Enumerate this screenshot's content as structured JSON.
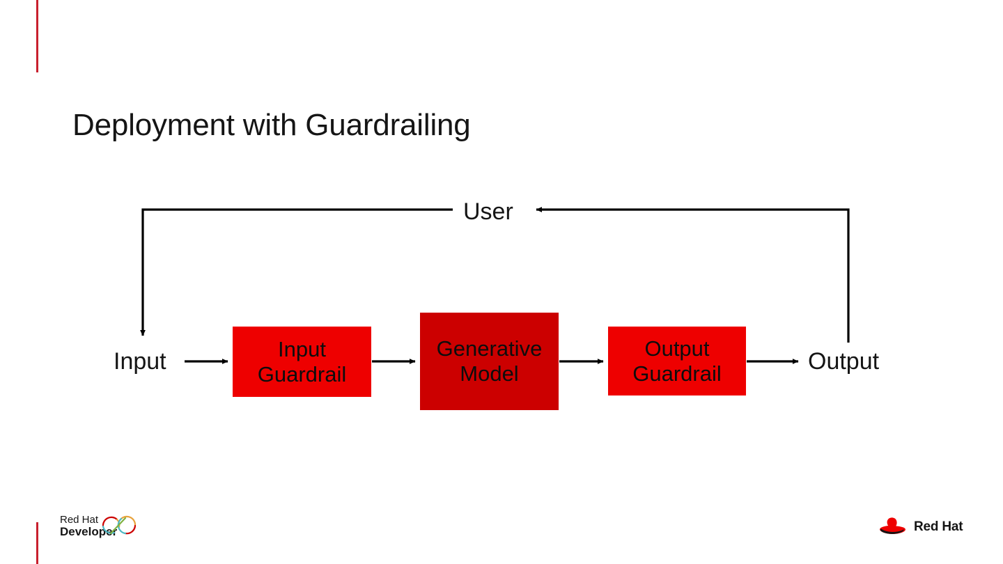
{
  "slide": {
    "title": "Deployment with Guardrailing",
    "background_color": "#ffffff"
  },
  "accents": {
    "rule_color": "#C8202E",
    "top_rule_name": "top-red-rule",
    "bottom_rule_name": "bottom-red-rule"
  },
  "diagram": {
    "type": "flow",
    "nodes": [
      {
        "id": "input",
        "label": "Input",
        "shape": "text"
      },
      {
        "id": "input_guardrail",
        "label": "Input\nGuardrail",
        "shape": "box",
        "fill": "#EE0000"
      },
      {
        "id": "generative_model",
        "label": "Generative\nModel",
        "shape": "box",
        "fill": "#CC0000"
      },
      {
        "id": "output_guardrail",
        "label": "Output\nGuardrail",
        "shape": "box",
        "fill": "#EE0000"
      },
      {
        "id": "output",
        "label": "Output",
        "shape": "text"
      },
      {
        "id": "user",
        "label": "User",
        "shape": "text"
      }
    ],
    "edges": [
      {
        "from": "input",
        "to": "input_guardrail",
        "style": "arrow"
      },
      {
        "from": "input_guardrail",
        "to": "generative_model",
        "style": "arrow"
      },
      {
        "from": "generative_model",
        "to": "output_guardrail",
        "style": "arrow"
      },
      {
        "from": "output_guardrail",
        "to": "output",
        "style": "arrow"
      },
      {
        "from": "output",
        "to": "user",
        "style": "elbow-arrow"
      },
      {
        "from": "user",
        "to": "input",
        "style": "elbow-arrow"
      }
    ],
    "stroke_color": "#000000"
  },
  "footer": {
    "developer_logo": {
      "line1": "Red Hat",
      "line2": "Developer",
      "mark_colors": [
        "#CC0000",
        "#E8A33D",
        "#4CB8C4",
        "#7FB241"
      ]
    },
    "redhat_logo": {
      "wordmark": "Red Hat",
      "hat_color": "#EE0000"
    }
  }
}
